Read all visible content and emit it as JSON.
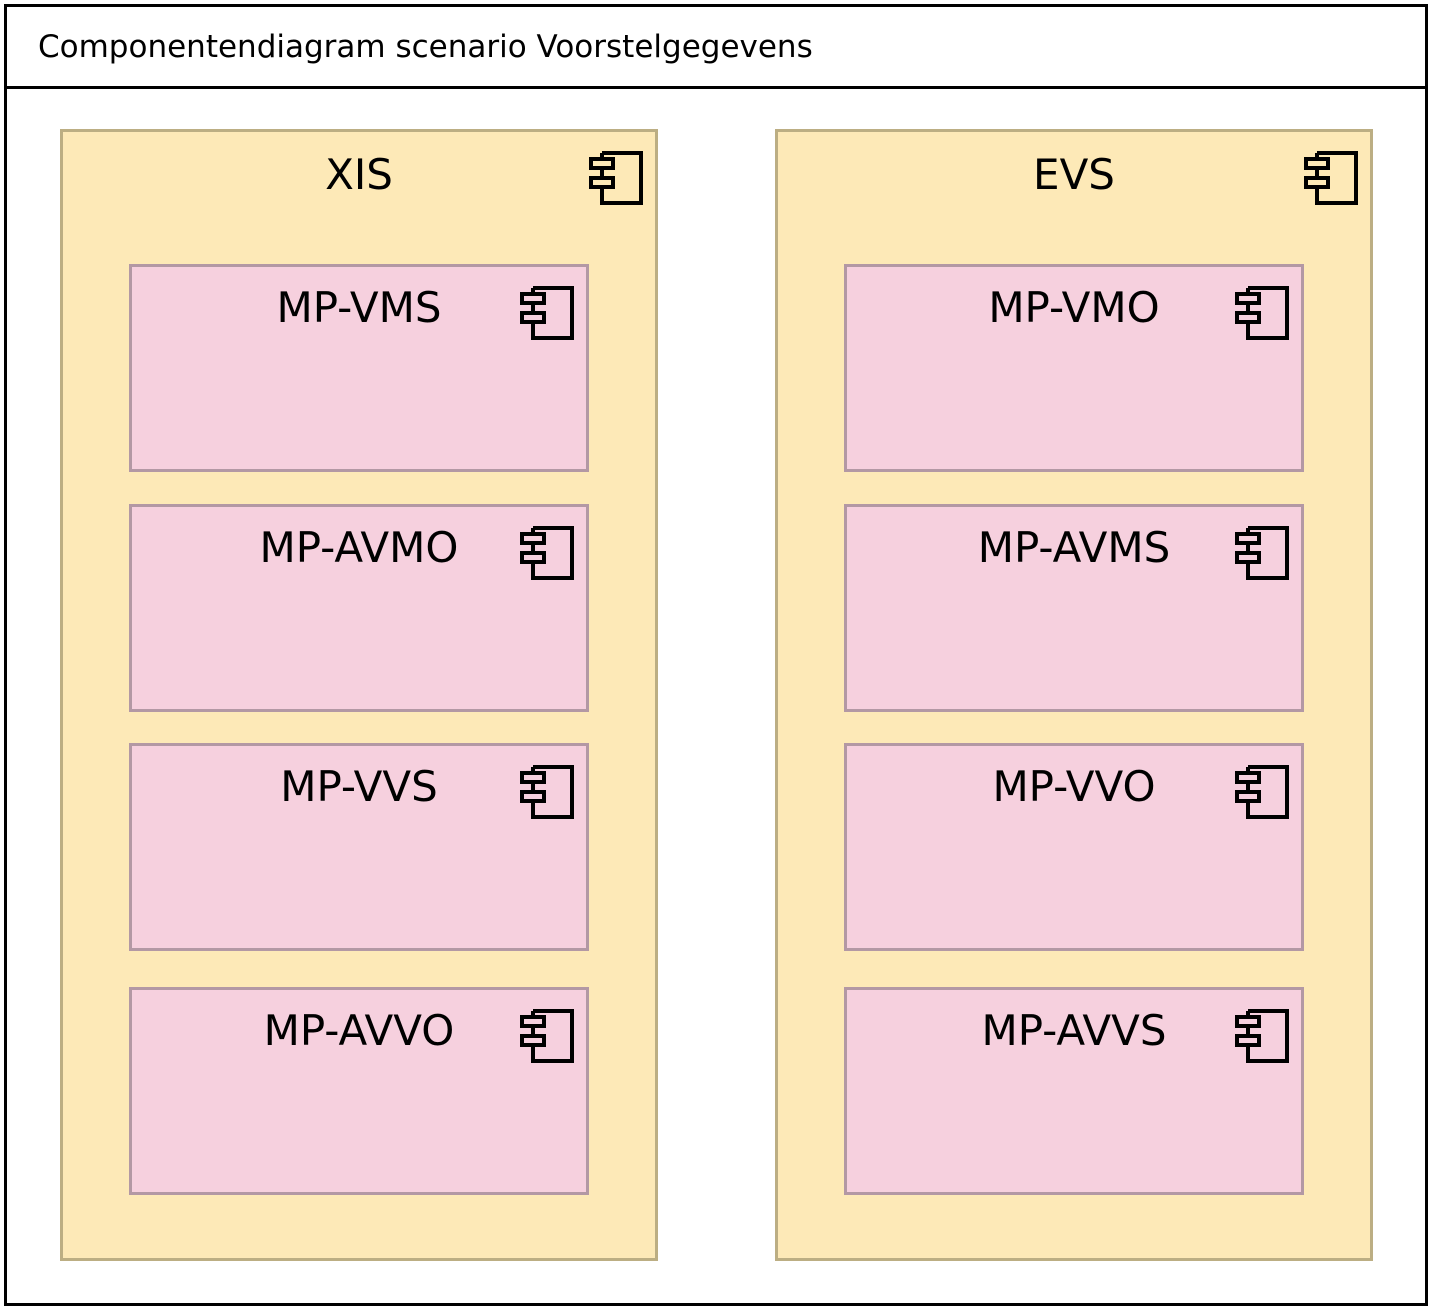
{
  "title": "Componentendiagram scenario Voorstelgegevens",
  "packages": [
    {
      "label": "XIS",
      "components": [
        "MP-VMS",
        "MP-AVMO",
        "MP-VVS",
        "MP-AVVO"
      ]
    },
    {
      "label": "EVS",
      "components": [
        "MP-VMO",
        "MP-AVMS",
        "MP-VVO",
        "MP-AVVS"
      ]
    }
  ],
  "colors": {
    "package_fill": "#fde9b7",
    "package_border": "#bcae83",
    "component_fill": "#f6d0de",
    "component_border": "#b398a4"
  }
}
